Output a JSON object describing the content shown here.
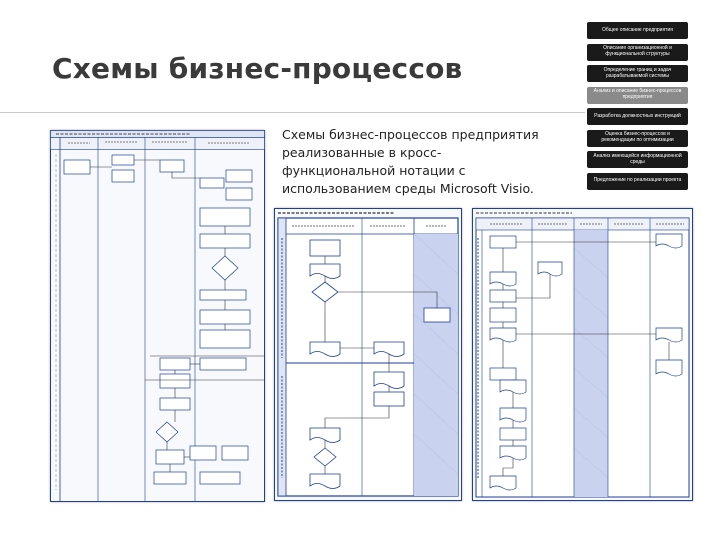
{
  "slide": {
    "title": "Схемы бизнес-процессов",
    "body": "Схемы бизнес-процессов предприятия реализованные в кросс-функциональной нотации с использованием среды Microsoft Visio."
  },
  "steps": [
    {
      "label": "Общее описание предприятия",
      "active": false
    },
    {
      "label": "Описание организационной и функциональной структуры",
      "active": false
    },
    {
      "label": "Определение границ и задач разрабатываемой системы",
      "active": false
    },
    {
      "label": "Анализ и описание бизнес-процессов предприятия",
      "active": true
    },
    {
      "label": "Разработка должностных инструкций",
      "active": false
    },
    {
      "label": "Оценка бизнес-процессов и рекомендации по оптимизации",
      "active": false
    },
    {
      "label": "Анализ имеющейся информационной среды",
      "active": false
    },
    {
      "label": "Предложение по реализации проекта",
      "active": false
    }
  ],
  "colors": {
    "step_bg": "#1a1a1a",
    "step_active_bg": "#8a8a8a",
    "diagram_frame": "#1f3f9a",
    "diagram_lane_shade": "#c9d2ee"
  }
}
